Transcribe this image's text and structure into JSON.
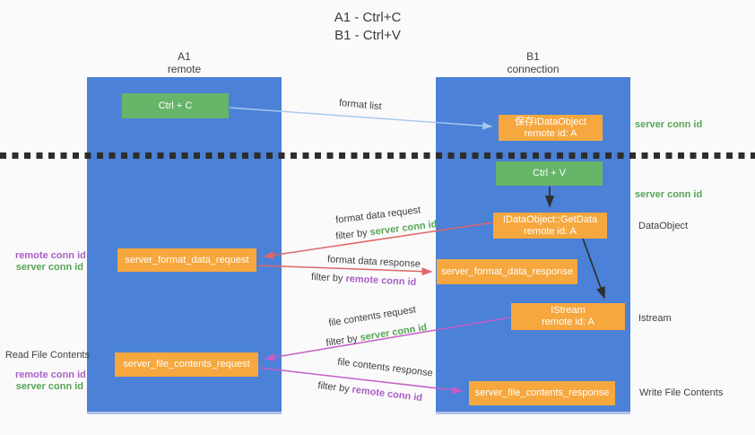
{
  "title": {
    "line1": "A1 - Ctrl+C",
    "line2": "B1 - Ctrl+V"
  },
  "lanes": {
    "left": {
      "name": "A1",
      "role": "remote"
    },
    "right": {
      "name": "B1",
      "role": "connection"
    }
  },
  "boxes": {
    "ctrl_c": "Ctrl + C",
    "ctrl_v": "Ctrl + V",
    "save_idataobject": {
      "line1": "保存IDataObject",
      "line2": "remote id: A"
    },
    "getdata": {
      "line1": "IDataObject::GetData",
      "line2": "remote id: A"
    },
    "istream": {
      "line1": "IStream",
      "line2": "remote id: A"
    },
    "format_request": "server_format_data_request",
    "format_response": "server_format_data_response",
    "file_request": "server_file_contents_request",
    "file_response": "server_file_contents_response"
  },
  "side_labels": {
    "server_conn_id": "server conn id",
    "remote_conn_id": "remote conn id",
    "dataobject": "DataObject",
    "istream": "Istream",
    "read_file": "Read File Contents",
    "write_file": "Write File Contents"
  },
  "flow_labels": {
    "format_list": "format list",
    "format_data_request": "format data request",
    "format_data_response": "format data response",
    "file_contents_request": "file contents request",
    "file_contents_response": "file contents response",
    "filter_by": "filter by ",
    "server_conn_id": "server conn id",
    "remote_conn_id": "remote conn id"
  },
  "colors": {
    "lane_blue": "#4b81d6",
    "box_green": "#66b569",
    "box_orange": "#f6a73d",
    "arrow_blue": "#a5c9ee",
    "arrow_black": "#2f2f2f",
    "arrow_red": "#e06666",
    "arrow_magenta": "#c35ec8",
    "label_green": "#56a556",
    "label_purple": "#a95fc7",
    "text_dark": "#3f3f3f"
  }
}
